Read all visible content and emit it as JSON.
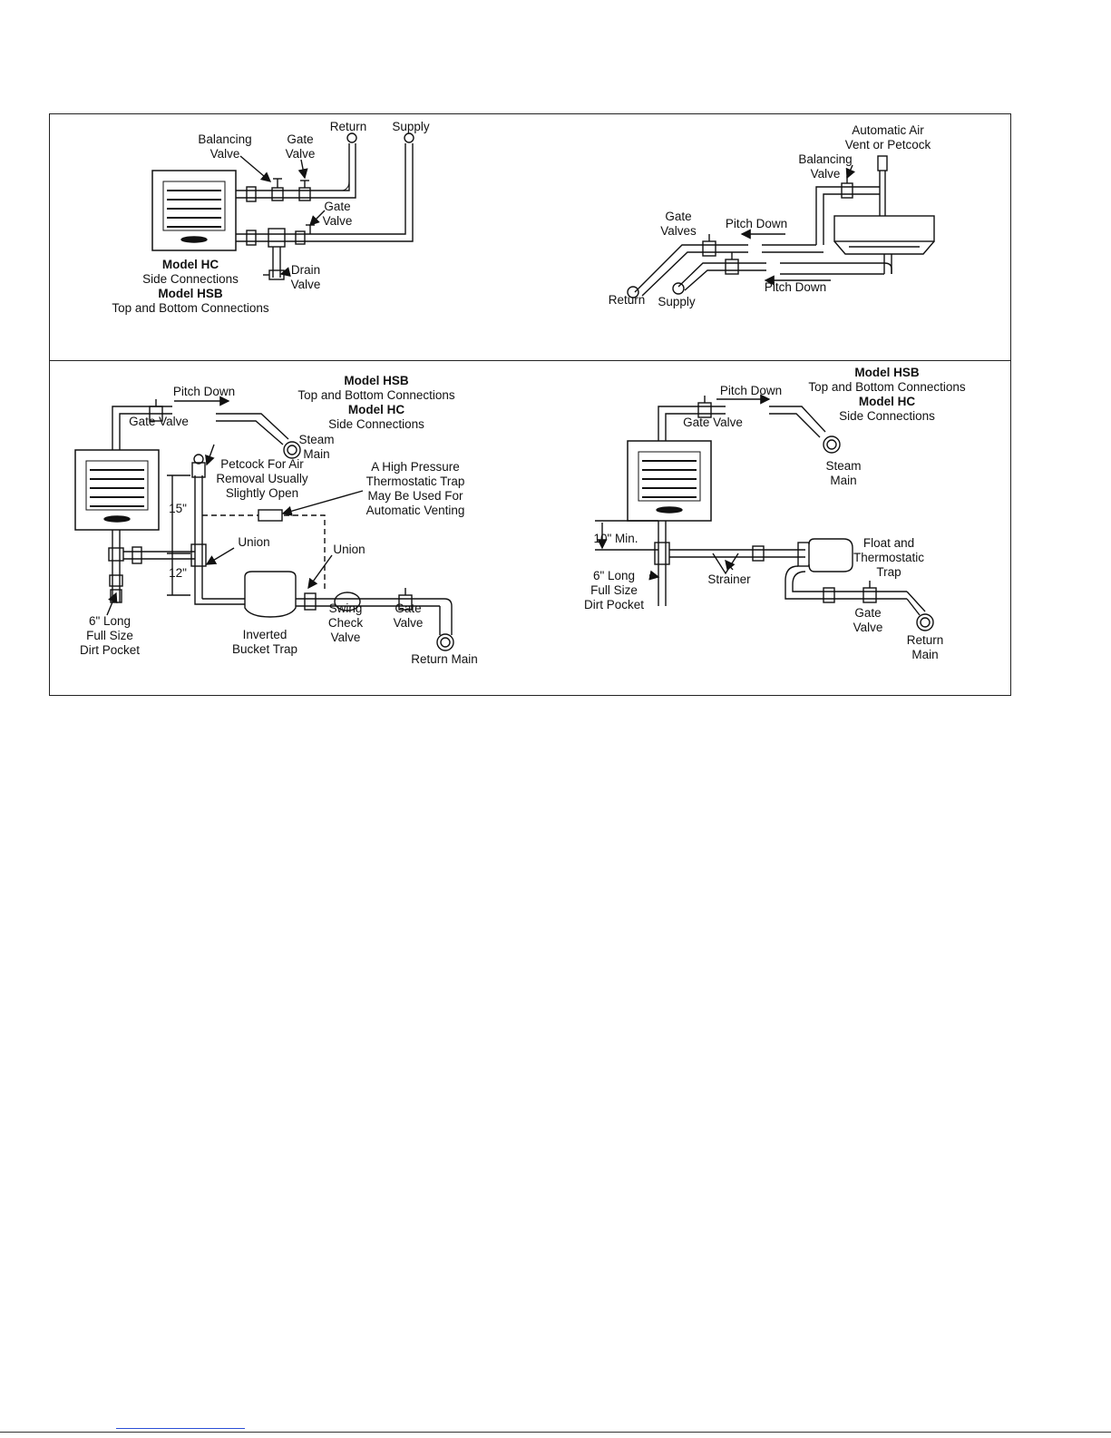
{
  "panels": {
    "top_left": {
      "return": "Return",
      "supply": "Supply",
      "balancing_valve": [
        "Balancing",
        "Valve"
      ],
      "gate_valve_top": [
        "Gate",
        "Valve"
      ],
      "gate_valve_lower": [
        "Gate",
        "Valve"
      ],
      "drain_valve": [
        "Drain",
        "Valve"
      ],
      "caption": [
        "Model HC",
        "Side Connections",
        "Model HSB",
        "Top and Bottom Connections"
      ]
    },
    "top_right": {
      "auto_air_vent": [
        "Automatic Air",
        "Vent or Petcock"
      ],
      "balancing_valve": [
        "Balancing",
        "Valve"
      ],
      "gate_valves": [
        "Gate",
        "Valves"
      ],
      "pitch_down_top": "Pitch Down",
      "pitch_down_bottom": "Pitch Down",
      "return": "Return",
      "supply": "Supply"
    },
    "bottom_left": {
      "pitch_down": "Pitch Down",
      "gate_valve": "Gate Valve",
      "caption": [
        "Model HSB",
        "Top and Bottom Connections",
        "Model HC",
        "Side Connections"
      ],
      "steam_main": [
        "Steam",
        "Main"
      ],
      "petcock": [
        "Petcock For Air",
        "Removal Usually",
        "Slightly Open"
      ],
      "high_pressure_trap": [
        "A High Pressure",
        "Thermostatic Trap",
        "May Be Used For",
        "Automatic Venting"
      ],
      "dim_15": "15\"",
      "dim_12": "12\"",
      "union_left": "Union",
      "union_right": "Union",
      "dirt_pocket": [
        "6\" Long",
        "Full Size",
        "Dirt Pocket"
      ],
      "inverted_bucket_trap": [
        "Inverted",
        "Bucket Trap"
      ],
      "swing_check_valve": [
        "Swing",
        "Check",
        "Valve"
      ],
      "gate_valve_lower": [
        "Gate",
        "Valve"
      ],
      "return_main": "Return Main"
    },
    "bottom_right": {
      "pitch_down": "Pitch Down",
      "gate_valve": "Gate Valve",
      "caption": [
        "Model HSB",
        "Top and Bottom Connections",
        "Model HC",
        "Side Connections"
      ],
      "steam_main": [
        "Steam",
        "Main"
      ],
      "dim_10": "10\" Min.",
      "dirt_pocket": [
        "6\" Long",
        "Full Size",
        "Dirt Pocket"
      ],
      "strainer": "Strainer",
      "float_trap": [
        "Float and",
        "Thermostatic",
        "Trap"
      ],
      "gate_valve_lower": [
        "Gate",
        "Valve"
      ],
      "return_main": [
        "Return",
        "Main"
      ]
    }
  }
}
